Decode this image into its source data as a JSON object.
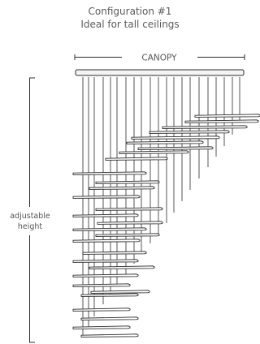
{
  "header": {
    "title": "Configuration #1",
    "subtitle": "Ideal for tall ceilings"
  },
  "canopy": {
    "label": "CANOPY"
  },
  "height_dimension": {
    "label_line1": "adjustable",
    "label_line2": "height"
  },
  "colors": {
    "line": "#2b2b2b",
    "text": "#555555",
    "canopy_fill": "#f4f4f4"
  }
}
